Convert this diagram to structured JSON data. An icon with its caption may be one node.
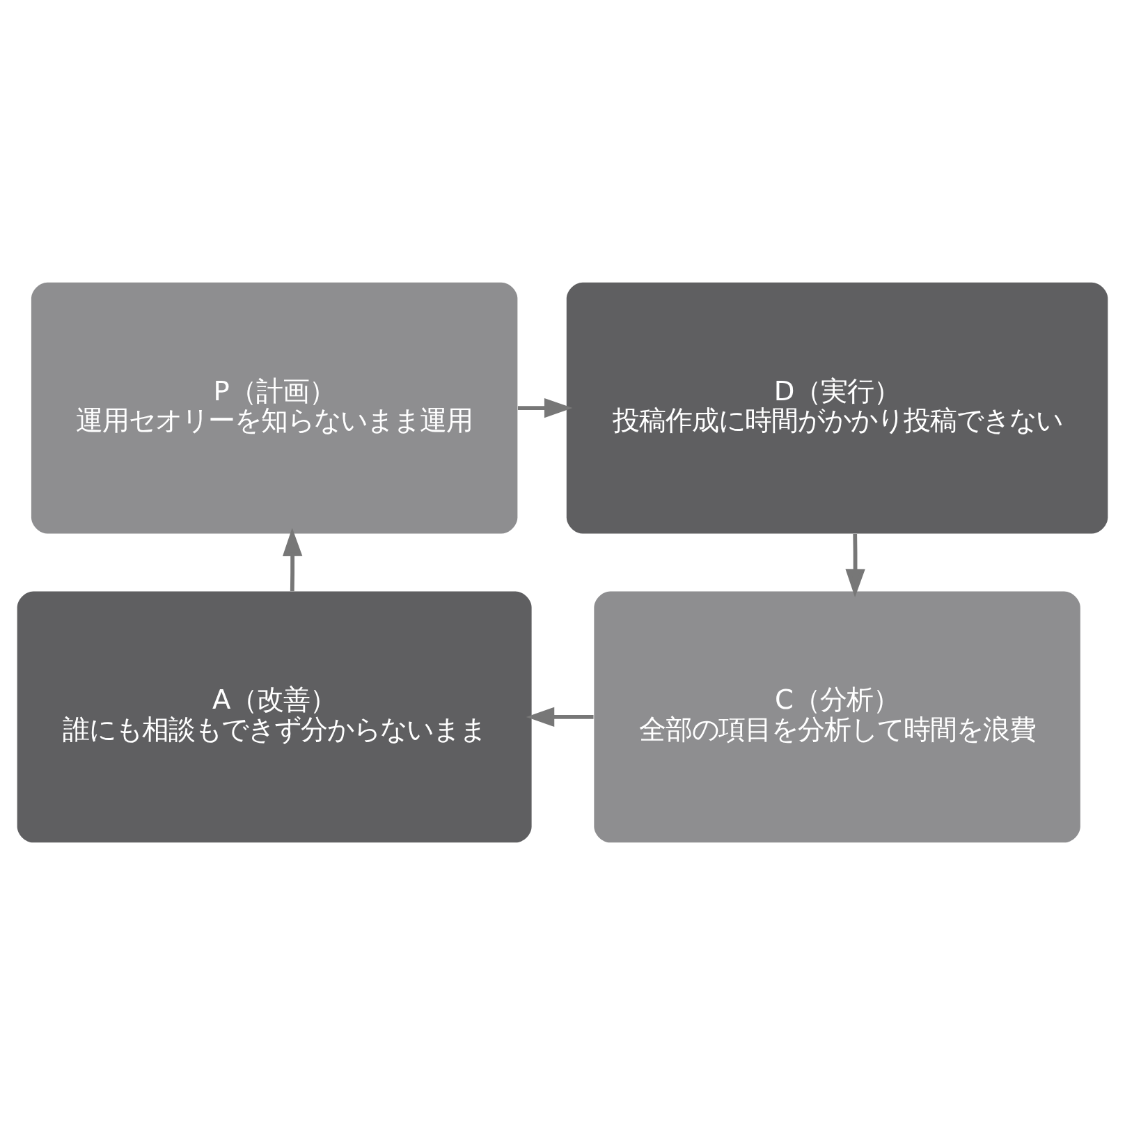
{
  "diagram": {
    "nodes": [
      {
        "text": [
          "P（計画）",
          "運用セオリーを知らないまま運用"
        ]
      },
      {
        "text": [
          "D（実行）",
          "投稿作成に時間がかかり投稿できない"
        ]
      },
      {
        "text": [
          "A（改善）",
          "誰にも相談もできず分からないまま"
        ]
      },
      {
        "text": [
          "C（分析）",
          "全部の項目を分析して時間を浪費"
        ]
      }
    ],
    "edges": [
      {
        "from": 0,
        "to": 1,
        "arrow": "to"
      },
      {
        "from": 1,
        "to": 3,
        "arrow": "to"
      },
      {
        "from": 3,
        "to": 2,
        "arrow": "to"
      },
      {
        "from": 2,
        "to": 0,
        "arrow": "to"
      }
    ]
  }
}
